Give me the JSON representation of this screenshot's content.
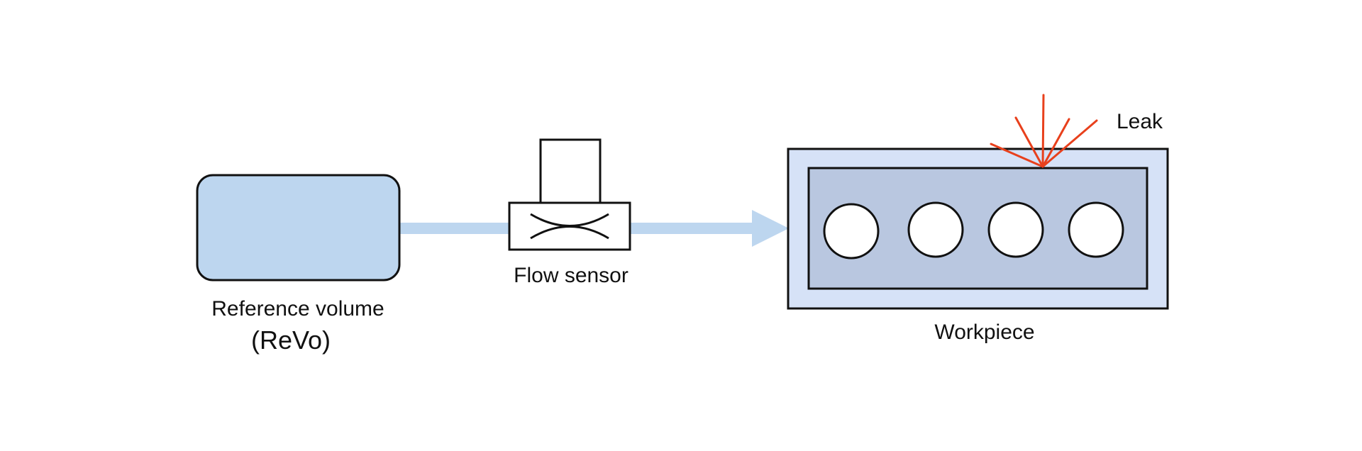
{
  "labels": {
    "reference_volume": "Reference volume",
    "reference_volume_abbr": "(ReVo)",
    "flow_sensor": "Flow sensor",
    "workpiece": "Workpiece",
    "leak": "Leak"
  },
  "colors": {
    "reference_volume_fill": "#bdd6ef",
    "pipe": "#bdd6ef",
    "workpiece_outer_fill": "#d6e2f7",
    "workpiece_inner_fill": "#b9c7e0",
    "hole_fill": "#ffffff",
    "leak": "#e8401c",
    "outline": "#111111"
  }
}
